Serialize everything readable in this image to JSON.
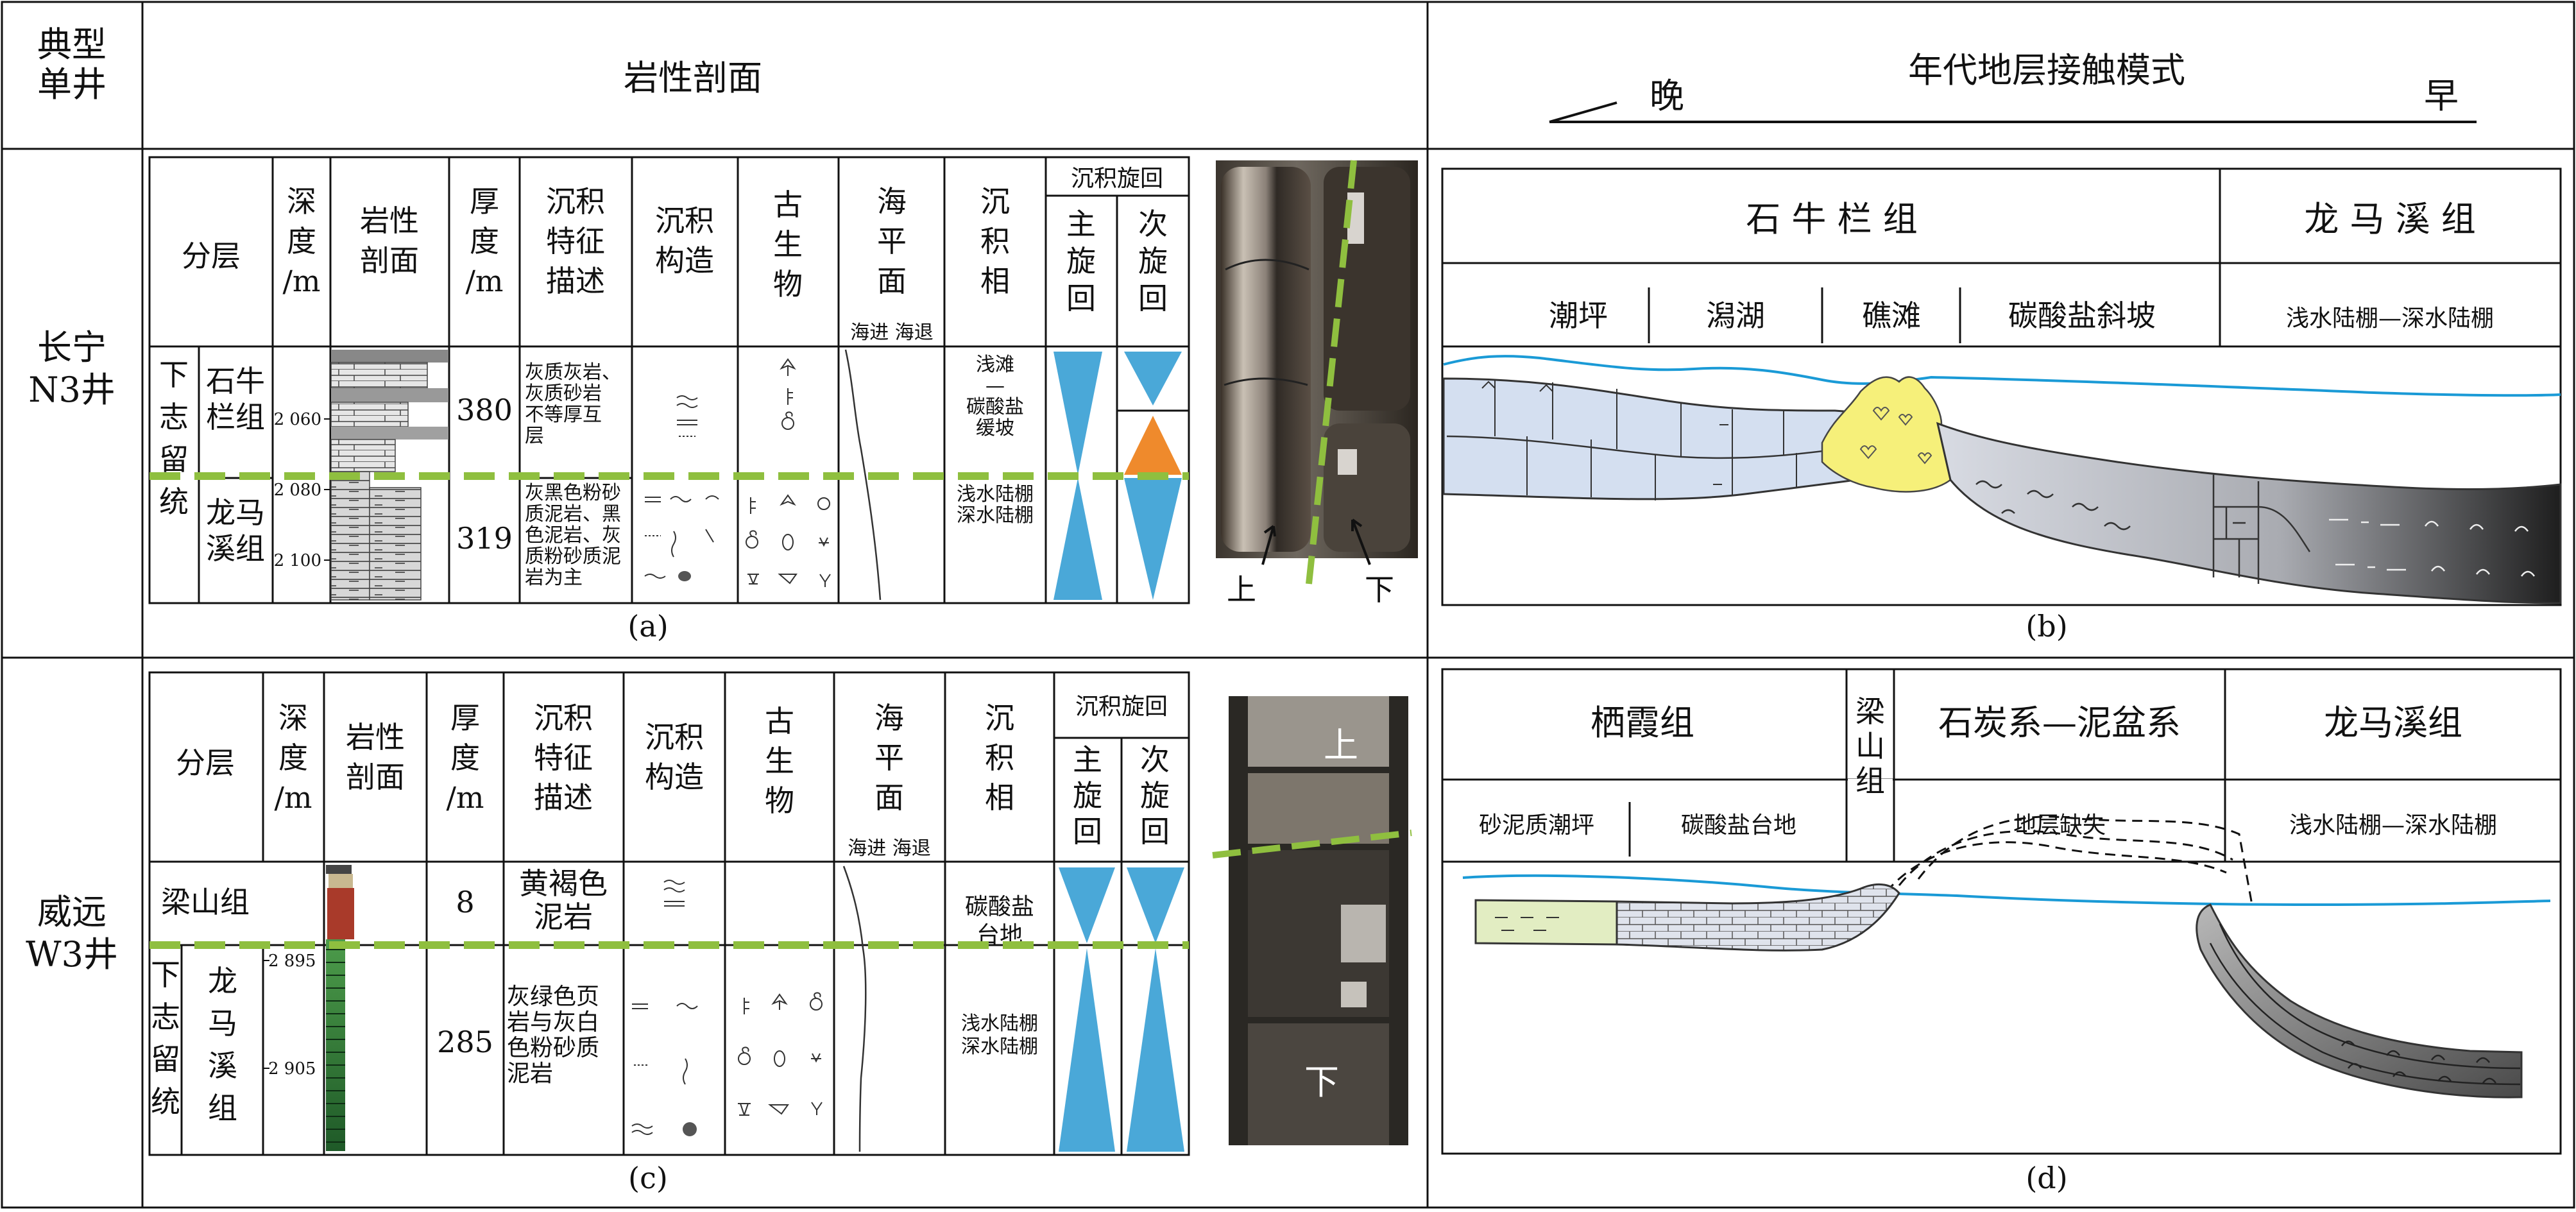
{
  "header": {
    "well_col": "典型\n单井",
    "profile_col": "岩性剖面",
    "contact_col": "年代地层接触模式",
    "late": "晚",
    "early": "早"
  },
  "rows": [
    {
      "well": "长宁\nN3井",
      "panel": "(a)",
      "table_head": {
        "layer": "分层",
        "depth": "深\n度\n/m",
        "litho": "岩性\n剖面",
        "thick": "厚\n度\n/m",
        "desc": "沉积\n特征\n描述",
        "struct": "沉积\n构造",
        "fossil": "古\n生\n物",
        "sea": "海\n平\n面",
        "sea_sub": "海进  海退",
        "facies": "沉\n积\n相",
        "cycle": "沉积旋回",
        "main_cycle": "主\n旋\n回",
        "sub_cycle": "次\n旋\n回"
      },
      "system": "下\n志\n留\n统",
      "formations": [
        {
          "name": "石牛\n栏组",
          "thickness": "380",
          "desc": "灰质灰岩、\n灰质砂岩\n不等厚互\n层",
          "facies": "浅滩\n—\n碳酸盐\n缓坡"
        },
        {
          "name": "龙马\n溪组",
          "thickness": "319",
          "desc": "灰黑色粉砂\n质泥岩、黑\n色泥岩、灰\n质粉砂质泥\n岩为主",
          "facies": "浅水陆棚\n\n\n\n深水陆棚"
        }
      ],
      "depth_ticks": [
        "2 060",
        "2 080",
        "2 100"
      ],
      "core_labels": [
        "上",
        "下"
      ]
    },
    {
      "well": "威远\nW3井",
      "panel": "(c)",
      "system": "下\n志\n留\n统",
      "formations": [
        {
          "name": "梁山组",
          "thickness": "8",
          "desc": "黄褐色\n泥岩",
          "facies": "碳酸盐\n台地"
        },
        {
          "name": "龙\n马\n溪\n组",
          "thickness": "285",
          "desc": "灰绿色页\n岩与灰白\n色粉砂质\n泥岩",
          "facies": "浅水陆棚\n\n\n\n深水陆棚"
        }
      ],
      "depth_ticks": [
        "2 895",
        "2 905"
      ],
      "core_labels": [
        "上",
        "下"
      ]
    }
  ],
  "contact_b": {
    "panel": "(b)",
    "formations": [
      "石 牛 栏 组",
      "龙 马 溪 组"
    ],
    "facies": [
      "潮坪",
      "潟湖",
      "礁滩",
      "碳酸盐斜坡",
      "浅水陆棚—深水陆棚"
    ]
  },
  "contact_d": {
    "panel": "(d)",
    "formations": [
      "栖霞组",
      "梁\n山\n组",
      "石炭系—泥盆系",
      "龙马溪组"
    ],
    "facies": [
      "砂泥质潮坪",
      "碳酸盐台地",
      "地层缺失",
      "浅水陆棚—深水陆棚"
    ]
  },
  "colors": {
    "sea_level": "#1a9ad6",
    "boundary": "#8fbf3f",
    "cycle_blue": "#4aa8d8",
    "cycle_orange": "#ef8a2c",
    "limestone": "#d4dff0",
    "reef": "#f6f07a",
    "shale": "#3a3a3a"
  }
}
